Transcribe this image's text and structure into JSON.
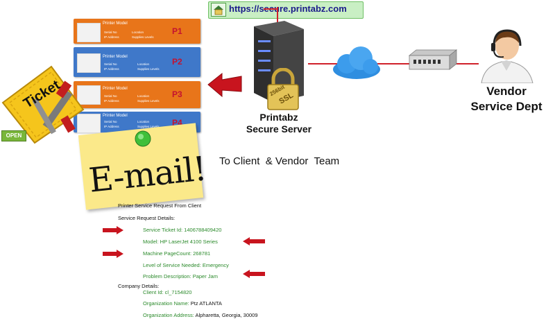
{
  "url": {
    "text": "https://secure.printabz.com"
  },
  "printers": [
    {
      "title": "Printer Model",
      "field1": "Serial No",
      "field2": "IP Address",
      "field3": "Location",
      "field4": "Supplies Levels",
      "id": "P1",
      "color": "#e8751a"
    },
    {
      "title": "Printer Model",
      "field1": "Serial No",
      "field2": "IP Address",
      "field3": "Location",
      "field4": "Supplies Levels",
      "id": "P2",
      "color": "#3f78c9"
    },
    {
      "title": "Printer Model",
      "field1": "Serial No",
      "field2": "IP Address",
      "field3": "Location",
      "field4": "Supplies Levels",
      "id": "P3",
      "color": "#e8751a"
    },
    {
      "title": "Printer Model",
      "field1": "Serial No",
      "field2": "IP Address",
      "field3": "Location",
      "field4": "Supplies Levels",
      "id": "P4",
      "color": "#3f78c9"
    }
  ],
  "ticket": {
    "label": "Ticket",
    "status": "OPEN"
  },
  "server": {
    "line1": "Printabz",
    "line2": "Secure Server",
    "badge_top": "256bit",
    "badge_bottom": "SSL"
  },
  "vendor": {
    "line1": "Vendor",
    "line2": "Service Dept"
  },
  "email_note": {
    "label": "E-mail!"
  },
  "to_label": "To Client  & Vendor  Team",
  "email": {
    "heading": "Printer Service Request From Client",
    "details_label": "Service Request Details:",
    "ticket_id": "Service Ticket Id: 1406788409420",
    "model": "Model: HP LaserJet 4100 Series",
    "page_count": "Machine PageCount: 268781",
    "level": "Level of Service Needed: Emergency",
    "problem": "Problem Description: Paper Jam",
    "company_label": "Company Details:",
    "client_id": "Client Id: cl_7154820",
    "org_name_label": "Organization Name:",
    "org_name_value": " Ptz ATLANTA",
    "org_addr_label": "Organization Address:",
    "org_addr_value": " Alpharetta, Georgia, 30009"
  },
  "colors": {
    "line": "#d0202a",
    "arrow": "#c8141e",
    "note": "#fbe98a",
    "pin": "#3fbf3a",
    "cloud": "#2f8ee0"
  }
}
